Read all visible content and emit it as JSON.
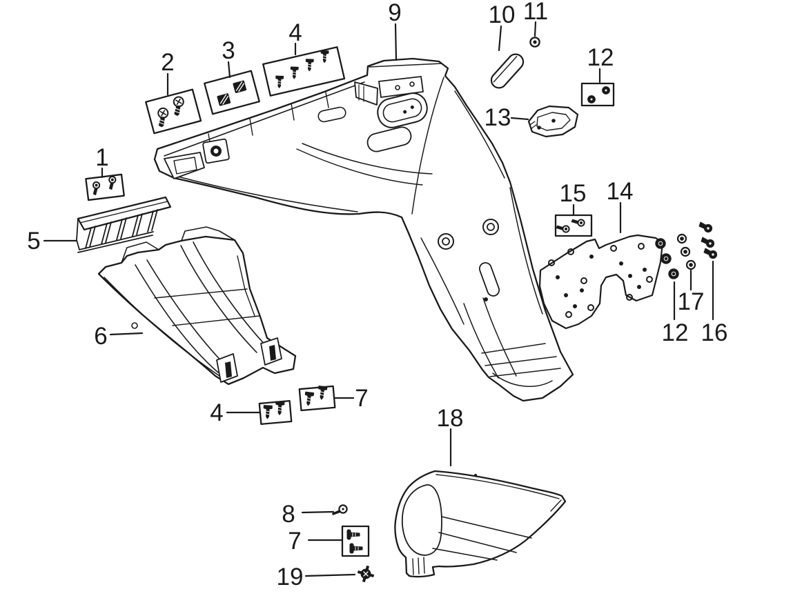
{
  "diagram": {
    "colors": {
      "background": "#ffffff",
      "line": "#1a1a1a"
    },
    "callouts": {
      "c1": {
        "label": "1"
      },
      "c2": {
        "label": "2"
      },
      "c3": {
        "label": "3"
      },
      "c4_top": {
        "label": "4"
      },
      "c4_bottom": {
        "label": "4"
      },
      "c5": {
        "label": "5"
      },
      "c6": {
        "label": "6"
      },
      "c7_right": {
        "label": "7"
      },
      "c7_bottom": {
        "label": "7"
      },
      "c8": {
        "label": "8"
      },
      "c9": {
        "label": "9"
      },
      "c10": {
        "label": "10"
      },
      "c11": {
        "label": "11"
      },
      "c12_top": {
        "label": "12"
      },
      "c12_bottom": {
        "label": "12"
      },
      "c13": {
        "label": "13"
      },
      "c14": {
        "label": "14"
      },
      "c15": {
        "label": "15"
      },
      "c16": {
        "label": "16"
      },
      "c17": {
        "label": "17"
      },
      "c18": {
        "label": "18"
      },
      "c19": {
        "label": "19"
      }
    }
  }
}
